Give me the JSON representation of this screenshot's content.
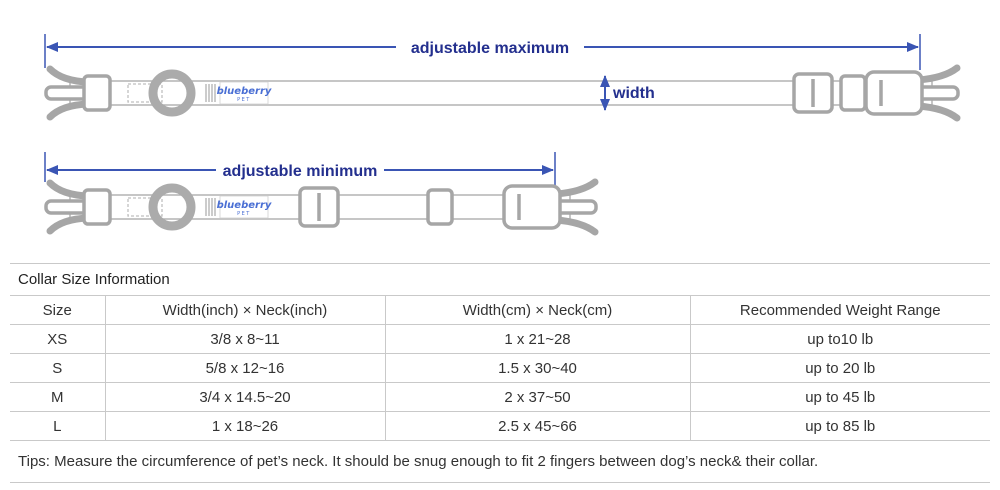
{
  "colors": {
    "accent_text": "#232f8e",
    "arrow": "#3a55b4",
    "hardware_gray": "#a6a6a6",
    "brand_blue": "#4a6fd4",
    "table_border": "#c9c9c9"
  },
  "diagram": {
    "max_label": "adjustable maximum",
    "min_label": "adjustable minimum",
    "width_label": "width",
    "brand": "blueberry",
    "brand_sub": "PET"
  },
  "table": {
    "title": "Collar Size Information",
    "headers": [
      "Size",
      "Width(inch) × Neck(inch)",
      "Width(cm) × Neck(cm)",
      "Recommended Weight Range"
    ],
    "rows": [
      {
        "size": "XS",
        "inch": "3/8 x 8~11",
        "cm": "1 x 21~28",
        "weight": "up to10 lb"
      },
      {
        "size": "S",
        "inch": "5/8 x 12~16",
        "cm": "1.5 x 30~40",
        "weight": "up to 20 lb"
      },
      {
        "size": "M",
        "inch": "3/4 x 14.5~20",
        "cm": "2 x 37~50",
        "weight": "up to 45 lb"
      },
      {
        "size": "L",
        "inch": "1 x 18~26",
        "cm": "2.5 x 45~66",
        "weight": "up to 85 lb"
      }
    ],
    "tips": "Tips: Measure the circumference of pet’s neck. It should be snug enough to fit 2 fingers between dog’s neck& their collar."
  }
}
